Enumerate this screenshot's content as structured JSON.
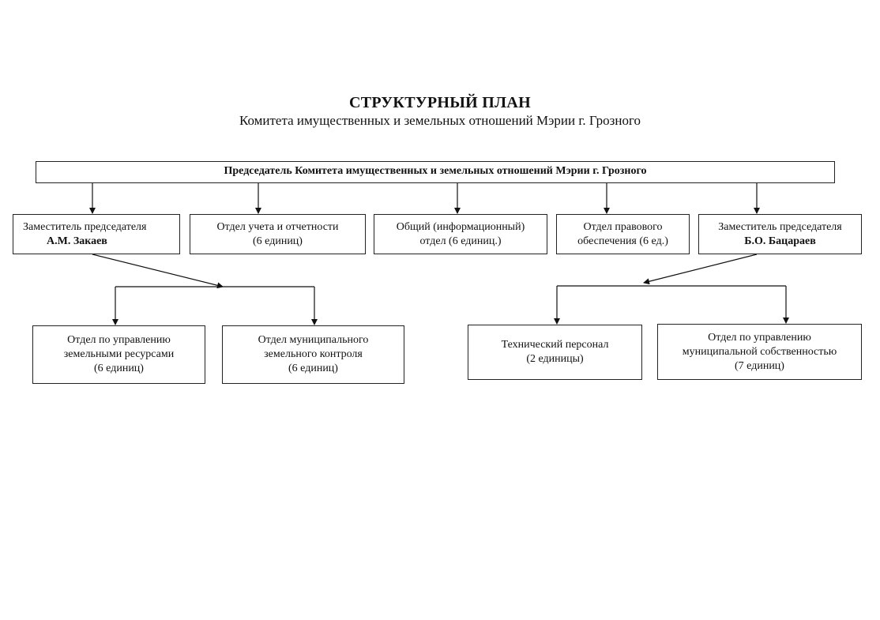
{
  "diagram": {
    "title": "СТРУКТУРНЫЙ ПЛАН",
    "subtitle": "Комитета имущественных и земельных отношений Мэрии г. Грозного",
    "chair": "Председатель Комитета имущественных и земельных отношений Мэрии г. Грозного",
    "level1": [
      {
        "line1": "Заместитель председателя",
        "line2": "А.М. Закаев"
      },
      {
        "line1": "Отдел учета и отчетности",
        "line2": "(6 единиц)"
      },
      {
        "line1": "Общий (информационный)",
        "line2": "отдел (6 единиц.)"
      },
      {
        "line1": "Отдел правового",
        "line2": "обеспечения (6 ед.)"
      },
      {
        "line1": "Заместитель председателя",
        "line2": "Б.О. Бацараев"
      }
    ],
    "level2_left": [
      {
        "line1": "Отдел по управлению",
        "line2": "земельными ресурсами",
        "line3": "(6 единиц)"
      },
      {
        "line1": "Отдел муниципального",
        "line2": "земельного контроля",
        "line3": "(6 единиц)"
      }
    ],
    "level2_right": [
      {
        "line1": "Технический персонал",
        "line2": "(2 единицы)"
      },
      {
        "line1": "Отдел по управлению",
        "line2": "муниципальной собственностью",
        "line3": "(7 единиц)"
      }
    ]
  }
}
